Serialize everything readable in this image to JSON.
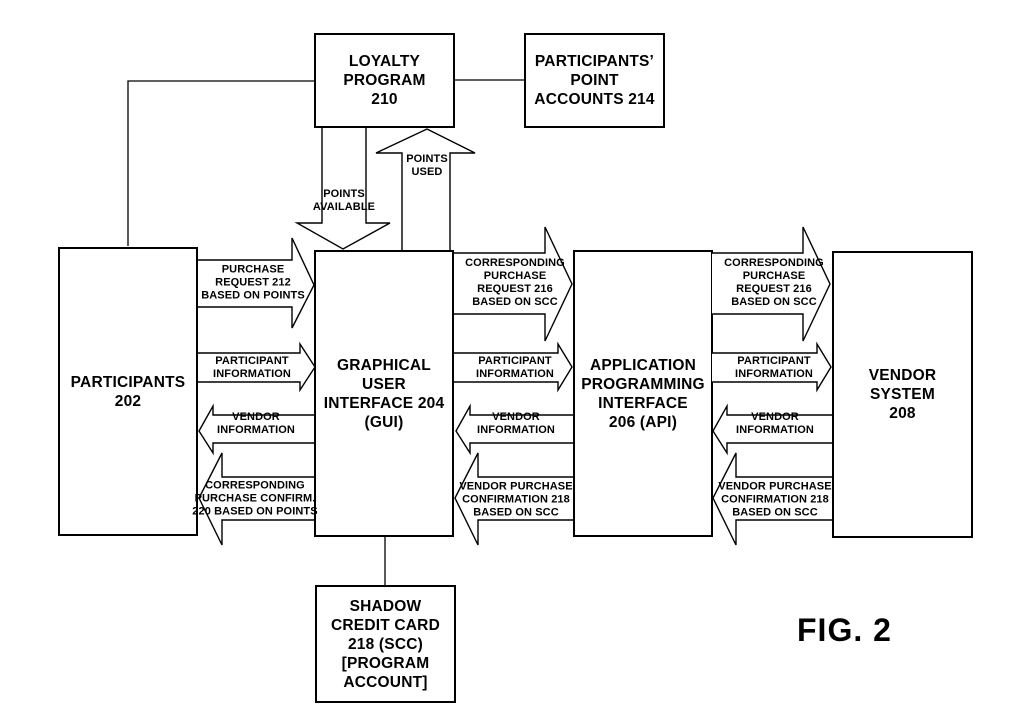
{
  "figure": {
    "caption": "FIG. 2"
  },
  "colors": {
    "line": "#000000",
    "background": "#ffffff",
    "text": "#000000"
  },
  "boxes": {
    "loyalty_program": {
      "label": "LOYALTY\nPROGRAM\n210"
    },
    "point_accounts": {
      "label": "PARTICIPANTS’\nPOINT\nACCOUNTS 214"
    },
    "participants": {
      "label": "PARTICIPANTS\n202"
    },
    "gui": {
      "label": "GRAPHICAL\nUSER\nINTERFACE 204\n(GUI)"
    },
    "api": {
      "label": "APPLICATION\nPROGRAMMING\nINTERFACE\n206 (API)"
    },
    "vendor_system": {
      "label": "VENDOR\nSYSTEM\n208"
    },
    "shadow_credit_card": {
      "label": "SHADOW\nCREDIT CARD\n218 (SCC)\n[PROGRAM\nACCOUNT]"
    }
  },
  "flows": {
    "loyalty_gui": {
      "points_available": "POINTS\nAVAILABLE",
      "points_used": "POINTS\nUSED"
    },
    "participants_gui": {
      "request": "PURCHASE\nREQUEST 212\nBASED ON POINTS",
      "participant_info": "PARTICIPANT\nINFORMATION",
      "vendor_info": "VENDOR\nINFORMATION",
      "confirm": "CORRESPONDING\nPURCHASE CONFIRM.\n220 BASED ON POINTS"
    },
    "gui_api": {
      "request": "CORRESPONDING\nPURCHASE\nREQUEST 216\nBASED ON SCC",
      "participant_info": "PARTICIPANT\nINFORMATION",
      "vendor_info": "VENDOR\nINFORMATION",
      "confirm": "VENDOR PURCHASE\nCONFIRMATION 218\nBASED ON SCC"
    },
    "api_vendor": {
      "request": "CORRESPONDING\nPURCHASE\nREQUEST 216\nBASED ON SCC",
      "participant_info": "PARTICIPANT\nINFORMATION",
      "vendor_info": "VENDOR\nINFORMATION",
      "confirm": "VENDOR PURCHASE\nCONFIRMATION 218\nBASED ON SCC"
    }
  }
}
